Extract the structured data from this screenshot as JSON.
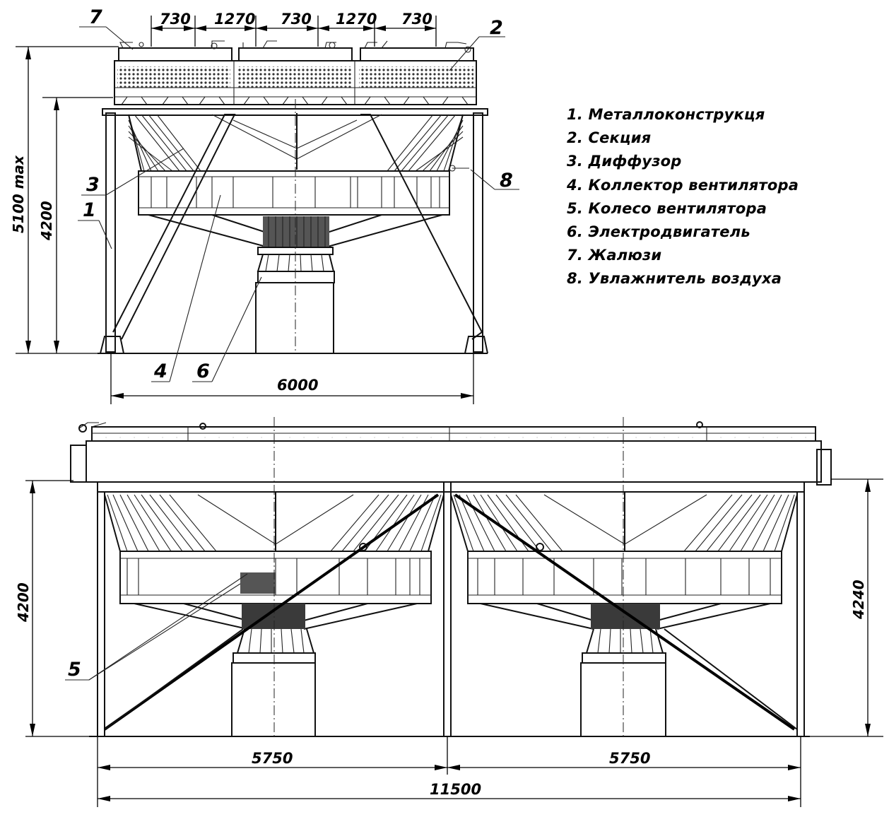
{
  "legend": {
    "items": [
      "1. Металлоконструкця",
      "2. Секция",
      "3. Диффузор",
      "4. Коллектор вентилятора",
      "5. Колесо вентилятора",
      "6. Электродвигатель",
      "7. Жалюзи",
      "8. Увлажнитель воздуха"
    ]
  },
  "top_view": {
    "dims_top": [
      "730",
      "1270",
      "730",
      "1270",
      "730"
    ],
    "dim_total_height": "5100 max",
    "dim_frame_height": "4200",
    "dim_width": "6000",
    "callouts": [
      "7",
      "2",
      "3",
      "1",
      "8",
      "4",
      "6"
    ]
  },
  "bottom_view": {
    "dim_left_height": "4200",
    "dim_right_height": "4240",
    "dim_half_left": "5750",
    "dim_half_right": "5750",
    "dim_total_width": "11500",
    "callout": "5"
  }
}
